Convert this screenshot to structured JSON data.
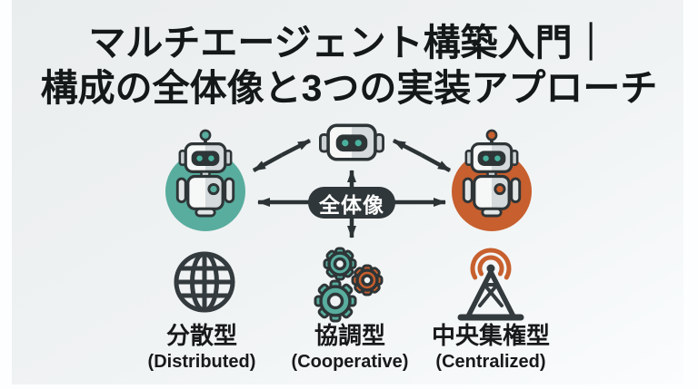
{
  "title": {
    "line1": "マルチエージェント構築入門｜",
    "line2": "構成の全体像と3つの実装アプローチ"
  },
  "diagram": {
    "center_label": "全体像",
    "approaches": [
      {
        "jp": "分散型",
        "en": "(Distributed)",
        "icon": "globe-icon"
      },
      {
        "jp": "協調型",
        "en": "(Cooperative)",
        "icon": "gears-icon"
      },
      {
        "jp": "中央集権型",
        "en": "(Centralized)",
        "icon": "radio-tower-icon"
      }
    ],
    "colors": {
      "teal": "#58ad9e",
      "orange": "#c75f2e",
      "charcoal": "#2e3537",
      "eye_teal": "#49b29e",
      "canvas": "#f0f3f4"
    }
  }
}
